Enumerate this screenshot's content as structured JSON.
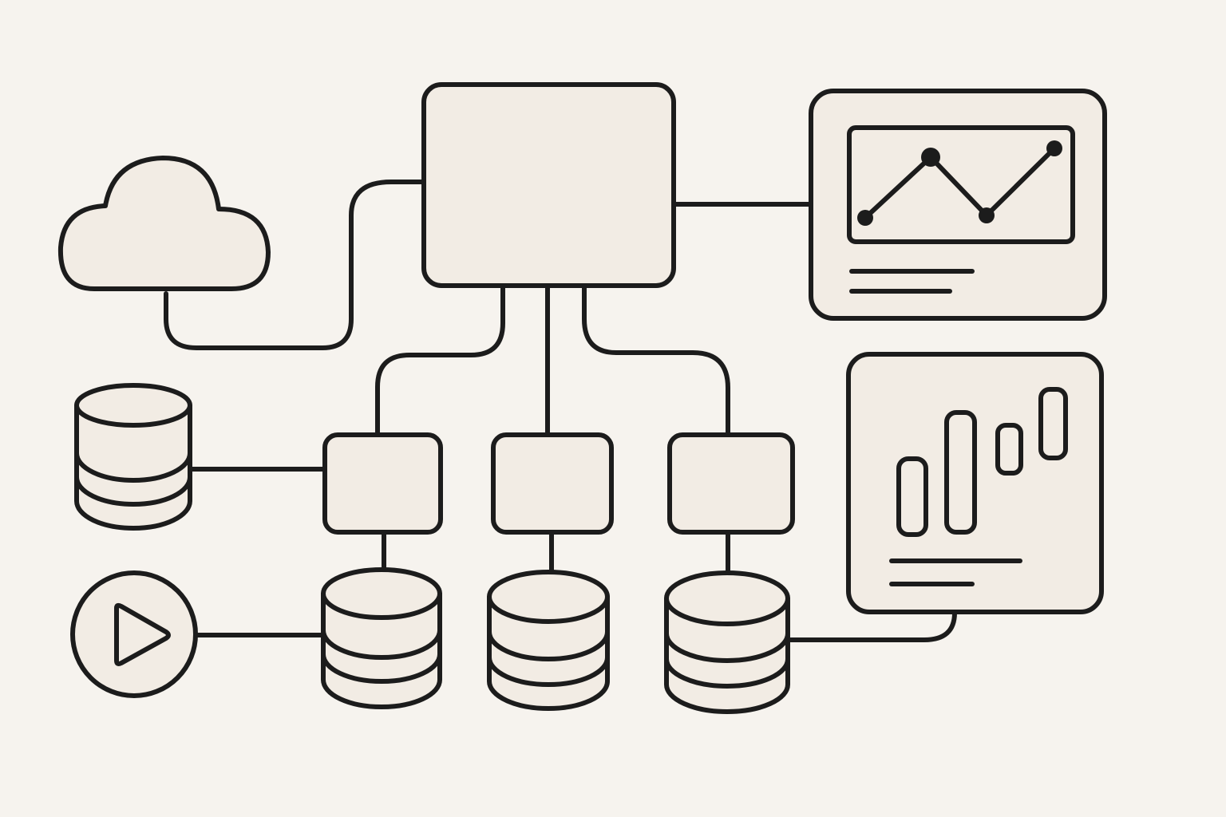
{
  "diagram": {
    "nodes": [
      {
        "name": "cloud-icon",
        "kind": "cloud"
      },
      {
        "name": "central-server-box",
        "kind": "box"
      },
      {
        "name": "line-chart-panel",
        "kind": "panel-line-chart"
      },
      {
        "name": "bar-chart-panel",
        "kind": "panel-bar-chart"
      },
      {
        "name": "database-icon-left",
        "kind": "database"
      },
      {
        "name": "play-icon",
        "kind": "play-circle"
      },
      {
        "name": "service-box-1",
        "kind": "box"
      },
      {
        "name": "service-box-2",
        "kind": "box"
      },
      {
        "name": "service-box-3",
        "kind": "box"
      },
      {
        "name": "database-icon-1",
        "kind": "database"
      },
      {
        "name": "database-icon-2",
        "kind": "database"
      },
      {
        "name": "database-icon-3",
        "kind": "database"
      }
    ],
    "edges": [
      [
        "cloud-icon",
        "central-server-box"
      ],
      [
        "central-server-box",
        "line-chart-panel"
      ],
      [
        "central-server-box",
        "service-box-1"
      ],
      [
        "central-server-box",
        "service-box-2"
      ],
      [
        "central-server-box",
        "service-box-3"
      ],
      [
        "database-icon-left",
        "service-box-1"
      ],
      [
        "service-box-1",
        "database-icon-1"
      ],
      [
        "service-box-2",
        "database-icon-2"
      ],
      [
        "service-box-3",
        "database-icon-3"
      ],
      [
        "play-icon",
        "database-icon-1"
      ],
      [
        "database-icon-3",
        "bar-chart-panel"
      ]
    ],
    "colors": {
      "background": "#f6f3ee",
      "fill": "#f2ece4",
      "stroke": "#1c1c1c"
    }
  }
}
